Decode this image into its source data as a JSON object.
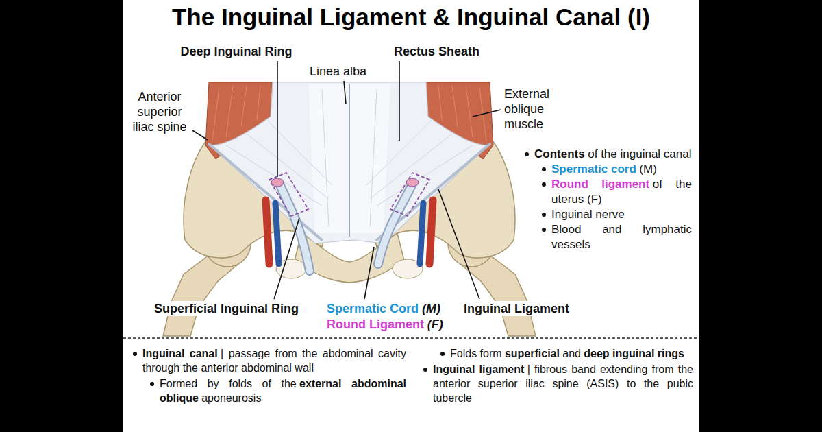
{
  "diagram": {
    "title": "The Inguinal Ligament & Inguinal Canal (I)",
    "labels": [
      "Deep Inguinal Ring",
      "Rectus Sheath",
      "Linea alba",
      "Anterior superior iliac spine",
      "External oblique muscle",
      "Contents",
      "of the inguinal canal",
      "Spermatic cord",
      "(M)",
      "Round ligament",
      "of the uterus (F)",
      "Inguinal nerve",
      "Blood and lymphatic vessels",
      "Superficial Inguinal Ring",
      "Spermatic Cord",
      "(M)",
      "Round Ligament",
      "(F)",
      "Inguinal Ligament",
      "Inguinal canal",
      "| passage from the abdominal cavity through the anterior abdominal wall",
      "Formed by folds of the",
      "external abdominal oblique",
      "aponeurosis",
      "Folds form",
      "superficial",
      "and",
      "deep inguinal rings",
      "Inguinal ligament",
      "| fibrous band extending from the anterior superior iliac spine (ASIS) to the pubic tubercle"
    ]
  }
}
